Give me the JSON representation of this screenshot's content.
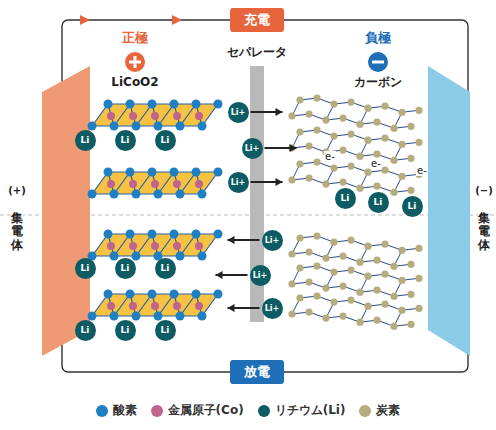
{
  "diagram": {
    "nodes": [
      {
        "text": [
          "充電"
        ]
      },
      {
        "text": [
          "放電"
        ]
      },
      {
        "text": [
          "Li"
        ]
      },
      {
        "text": [
          "Li"
        ]
      },
      {
        "text": [
          "Li"
        ]
      },
      {
        "text": [
          "Li"
        ]
      },
      {
        "text": [
          "Li"
        ]
      },
      {
        "text": [
          "Li"
        ]
      },
      {
        "text": [
          "Li"
        ]
      },
      {
        "text": [
          "Li"
        ]
      },
      {
        "text": [
          "Li"
        ]
      },
      {
        "text": [
          "Li+"
        ]
      },
      {
        "text": [
          "Li+"
        ]
      },
      {
        "text": [
          "Li+"
        ]
      },
      {
        "text": [
          "Li+"
        ]
      },
      {
        "text": [
          "Li+"
        ]
      },
      {
        "text": [
          "Li+"
        ]
      },
      {
        "text": [
          "Li"
        ]
      },
      {
        "text": [
          "Li"
        ]
      },
      {
        "text": [
          "Li"
        ]
      }
    ],
    "labels": [
      "正極",
      "LiCoO2",
      "負極",
      "カーボン",
      "セパレータ",
      "(+)",
      "集電体",
      "(−)",
      "集電体",
      "e-",
      "e-",
      "e-"
    ],
    "legend": [
      {
        "text": "酸素",
        "color": "#1f7fc4"
      },
      {
        "text": "金属原子(Co)",
        "color": "#c0648e"
      },
      {
        "text": "リチウム(Li)",
        "color": "#0d5c63"
      },
      {
        "text": "炭素",
        "color": "#b5ad7e"
      }
    ]
  }
}
